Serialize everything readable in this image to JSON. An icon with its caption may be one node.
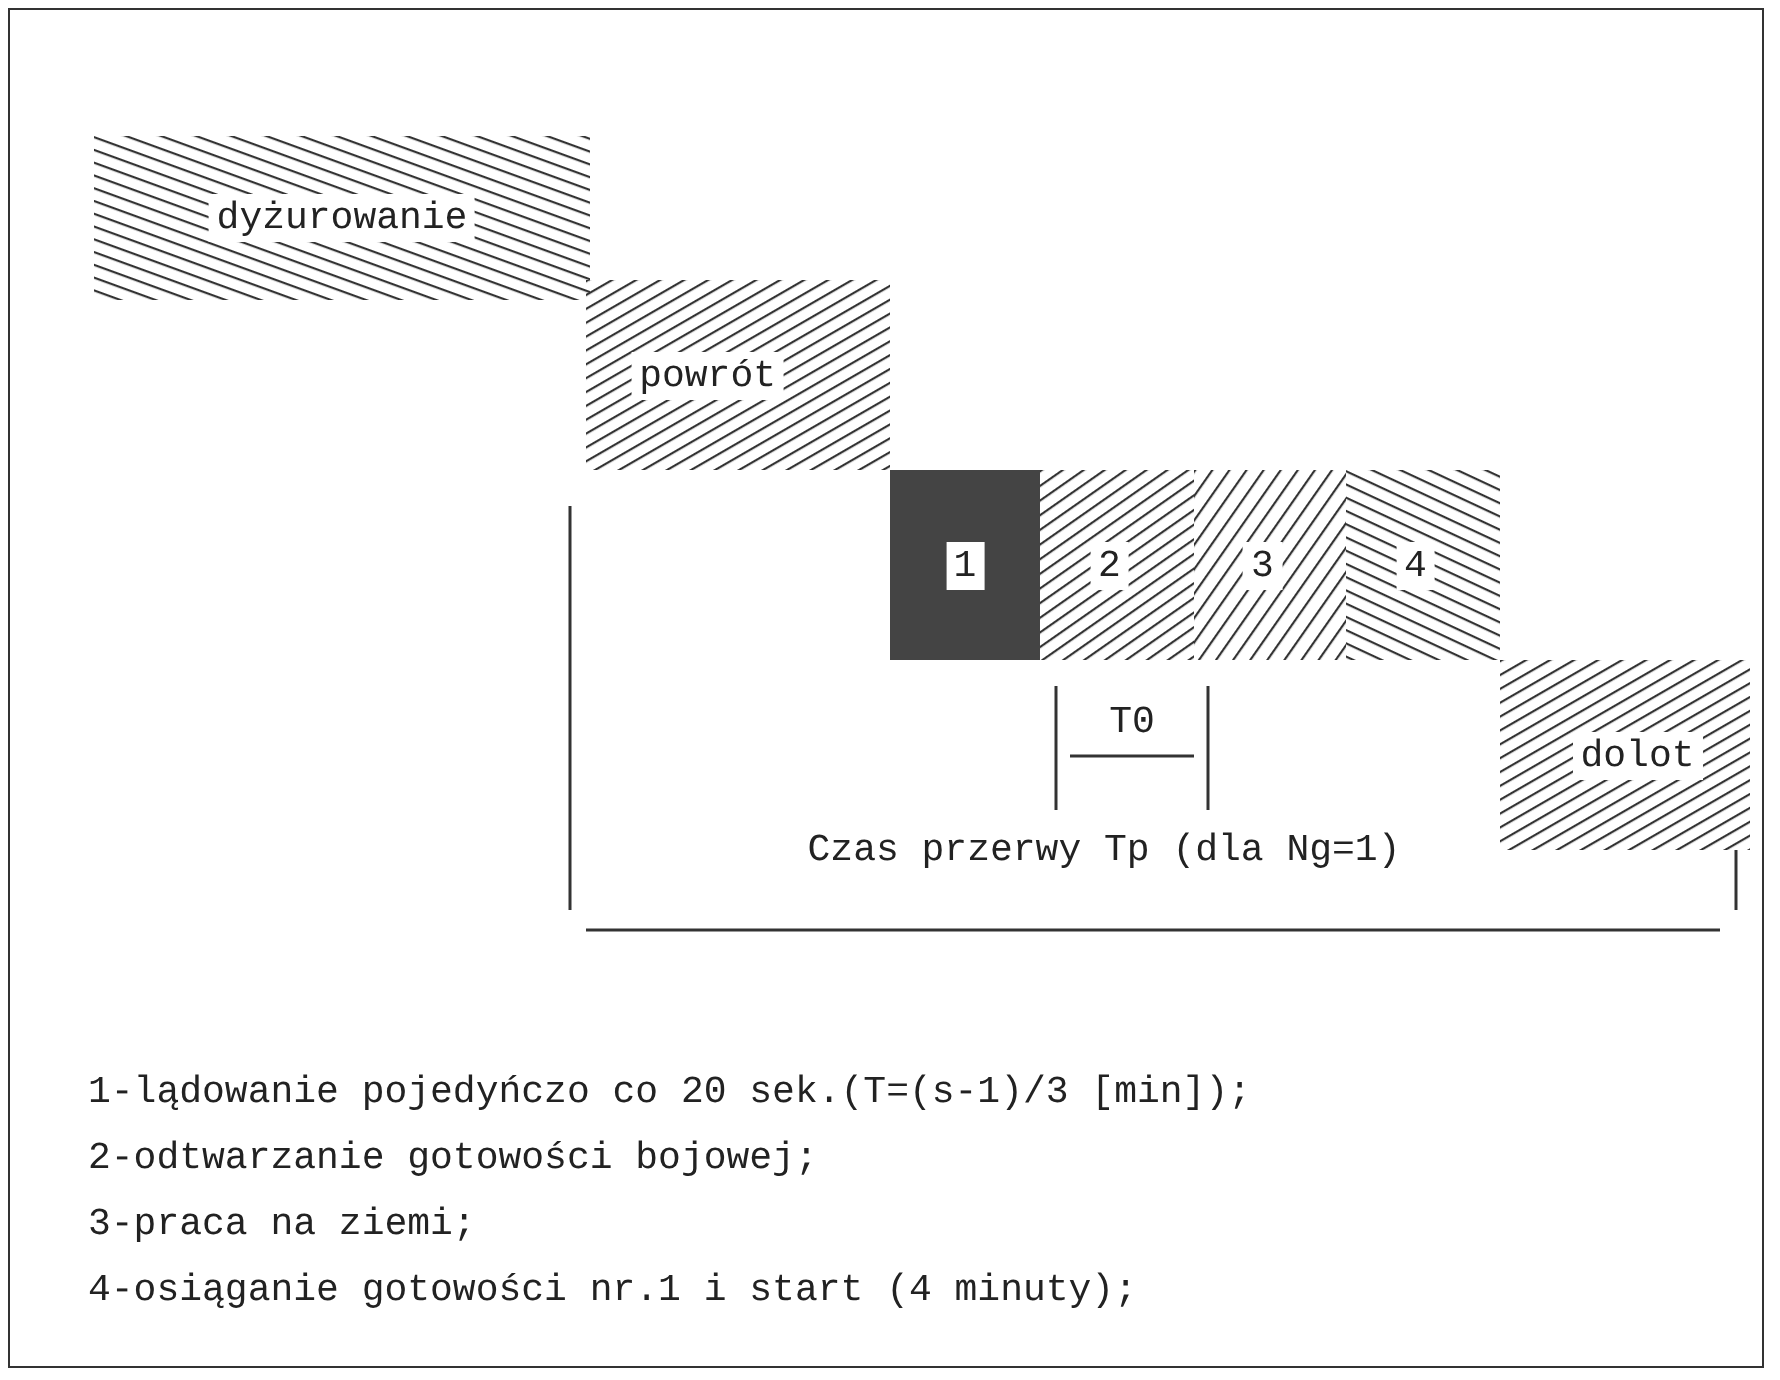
{
  "diagram": {
    "nodes": [
      {
        "text": [
          "dyżurowanie"
        ]
      },
      {
        "text": [
          "powrót"
        ]
      },
      {
        "text": [
          "1"
        ]
      },
      {
        "text": [
          "2"
        ]
      },
      {
        "text": [
          "3"
        ]
      },
      {
        "text": [
          "4"
        ]
      },
      {
        "text": [
          "dolot"
        ]
      }
    ],
    "labels": [
      "T0",
      "Czas przerwy Tp (dla Ng=1)",
      "1-lądowanie pojedyńczo co 20 sek.(T=(s-1)/3 [min]);",
      "2-odtwarzanie gotowości bojowej;",
      "3-praca na ziemi;",
      "4-osiąganie gotowości nr.1 i start (4 minuty);"
    ]
  }
}
